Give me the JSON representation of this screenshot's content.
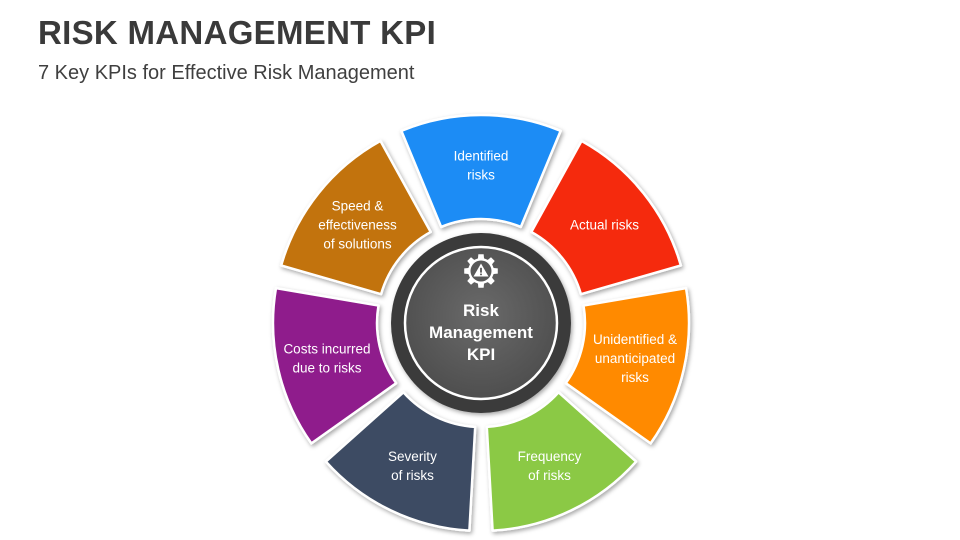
{
  "header": {
    "title": "RISK MANAGEMENT KPI",
    "subtitle": "7 Key KPIs for Effective Risk Management"
  },
  "center": {
    "icon": "gear-warning-icon",
    "lines": [
      "Risk",
      "Management",
      "KPI"
    ]
  },
  "segments": [
    {
      "id": "identified-risks",
      "lines": [
        "Identified",
        "risks"
      ],
      "color": "#1a8cf5"
    },
    {
      "id": "actual-risks",
      "lines": [
        "Actual risks"
      ],
      "color": "#f52a0e"
    },
    {
      "id": "unidentified-risks",
      "lines": [
        "Unidentified &",
        "unanticipated",
        "risks"
      ],
      "color": "#ff8a00"
    },
    {
      "id": "frequency-of-risks",
      "lines": [
        "Frequency",
        "of risks"
      ],
      "color": "#8bc944"
    },
    {
      "id": "severity-of-risks",
      "lines": [
        "Severity",
        "of risks"
      ],
      "color": "#3e4c63"
    },
    {
      "id": "costs-incurred",
      "lines": [
        "Costs incurred",
        "due to risks"
      ],
      "color": "#8f1d8c"
    },
    {
      "id": "speed-effectiveness",
      "lines": [
        "Speed &",
        "effectiveness",
        "of solutions"
      ],
      "color": "#c2730a"
    }
  ]
}
